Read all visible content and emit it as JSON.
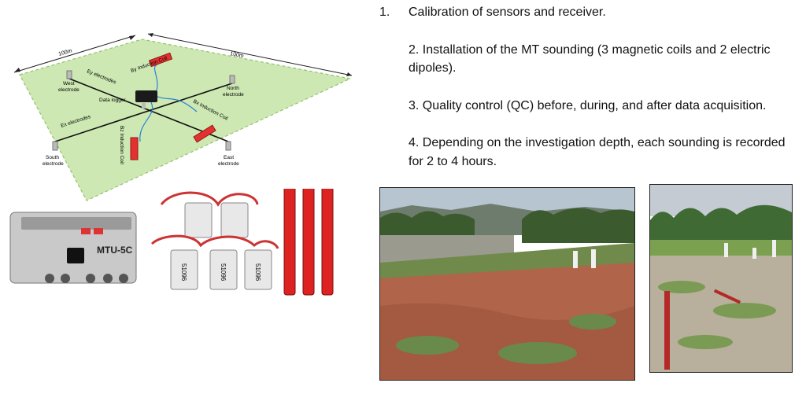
{
  "diagram": {
    "dimension_left": "100m",
    "dimension_right": "100m",
    "west_electrode": [
      "West",
      "electrode"
    ],
    "north_electrode": [
      "North",
      "electrode"
    ],
    "south_electrode": [
      "South",
      "electrode"
    ],
    "east_electrode": [
      "East",
      "electrode"
    ],
    "data_logger": "Data logger",
    "ey_electrodes": "Ey electrodes",
    "ex_electrodes": "Ex electrodes",
    "bx_coil": "Bx Induction Coil",
    "by_coil": "By Induction Coil",
    "bz_coil": "Bz Induction Coil"
  },
  "equipment": {
    "receiver_model": "MTU-5C",
    "coil_labels": [
      "51096",
      "51096",
      "51096"
    ]
  },
  "steps": [
    {
      "number": "1.",
      "text": "Calibration of sensors and receiver."
    },
    {
      "text": "2. Installation of the MT sounding (3 magnetic coils and 2 electric dipoles)."
    },
    {
      "text": "3. Quality control (QC) before, during, and after data acquisition."
    },
    {
      "text": "4. Depending on the investigation depth, each sounding is recorded for 2 to 4 hours."
    }
  ]
}
